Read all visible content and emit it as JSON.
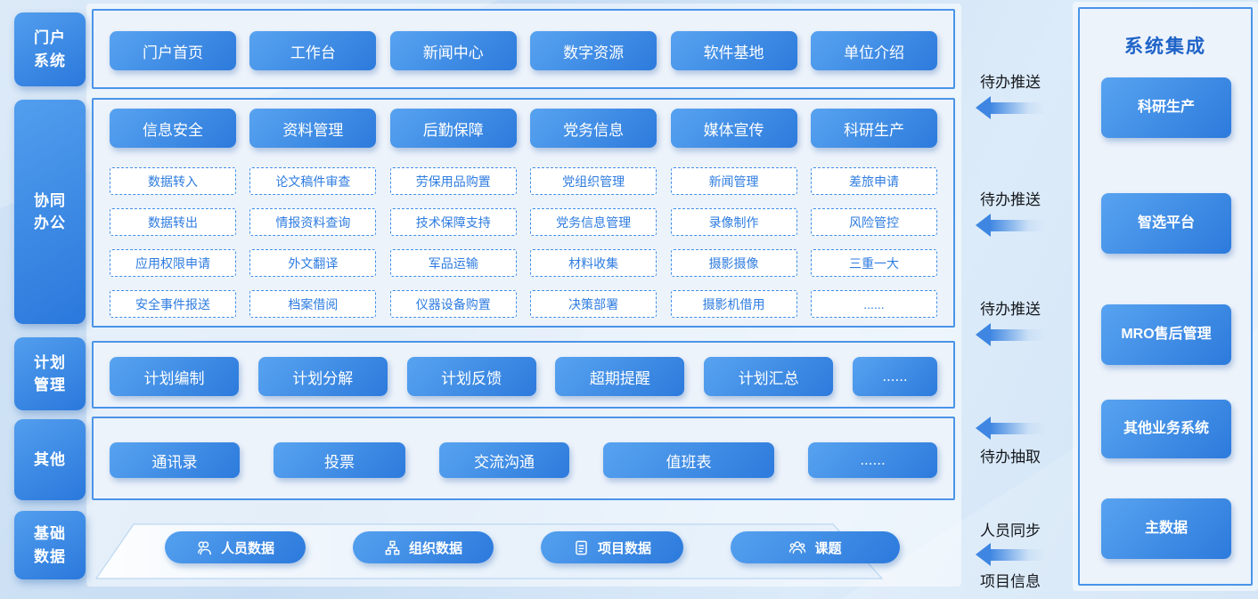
{
  "colors": {
    "accent": "#3E86E2",
    "panel_border": "#4A94E8",
    "panel_bg": "#EDF3FB",
    "button_gradient_start": "#58A3F0",
    "button_gradient_end": "#2C7ADC",
    "integration_title": "#1E63C8",
    "dashed_text": "#2E7CE0",
    "flow_label_text": "#15181D"
  },
  "sidebar": {
    "items": [
      {
        "lines": [
          "门户",
          "系统"
        ]
      },
      {
        "lines": [
          "协同",
          "办公"
        ]
      },
      {
        "lines": [
          "计划",
          "管理"
        ]
      },
      {
        "lines": [
          "其他"
        ]
      },
      {
        "lines": [
          "基础",
          "数据"
        ]
      }
    ]
  },
  "portal": {
    "items": [
      "门户首页",
      "工作台",
      "新闻中心",
      "数字资源",
      "软件基地",
      "单位介绍"
    ]
  },
  "office": {
    "headers": [
      "信息安全",
      "资料管理",
      "后勤保障",
      "党务信息",
      "媒体宣传",
      "科研生产"
    ],
    "grid": [
      [
        "数据转入",
        "论文稿件审查",
        "劳保用品购置",
        "党组织管理",
        "新闻管理",
        "差旅申请"
      ],
      [
        "数据转出",
        "情报资料查询",
        "技术保障支持",
        "党务信息管理",
        "录像制作",
        "风险管控"
      ],
      [
        "应用权限申请",
        "外文翻译",
        "军品运输",
        "材料收集",
        "摄影摄像",
        "三重一大"
      ],
      [
        "安全事件报送",
        "档案借阅",
        "仪器设备购置",
        "决策部署",
        "摄影机借用",
        "......"
      ]
    ]
  },
  "plan": {
    "items": [
      "计划编制",
      "计划分解",
      "计划反馈",
      "超期提醒",
      "计划汇总",
      "......"
    ]
  },
  "other": {
    "items": [
      "通讯录",
      "投票",
      "交流沟通",
      "值班表",
      "......"
    ]
  },
  "base": {
    "items": [
      {
        "icon": "people-icon",
        "label": "人员数据"
      },
      {
        "icon": "org-icon",
        "label": "组织数据"
      },
      {
        "icon": "document-icon",
        "label": "项目数据"
      },
      {
        "icon": "group-icon",
        "label": "课题"
      }
    ]
  },
  "integration": {
    "title": "系统集成",
    "items": [
      "科研生产",
      "智选平台",
      "MRO售后管理",
      "其他业务系统",
      "主数据"
    ]
  },
  "flows": [
    {
      "label": "待办推送"
    },
    {
      "label": "待办推送"
    },
    {
      "label": "待办推送"
    },
    {
      "label": "待办抽取"
    },
    {
      "top_label": "人员同步",
      "bottom_label": "项目信息"
    }
  ]
}
